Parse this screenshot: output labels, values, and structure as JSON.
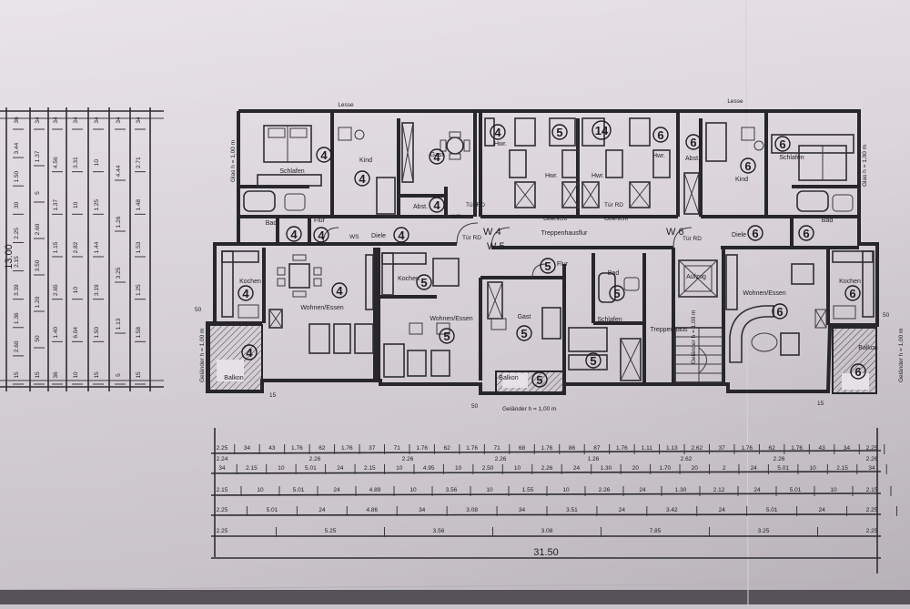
{
  "colors": {
    "paper": "#e6e1e6",
    "ink": "#26262b",
    "table": "#bdbbbd",
    "shadow": "#3b3a3f"
  },
  "plan": {
    "top_labels": {
      "left": "Lesse",
      "right": "Lesse"
    },
    "rooms": [
      {
        "id": "schlafen-4",
        "label": "Schlafen",
        "unit": "4"
      },
      {
        "id": "kind-4",
        "label": "Kind",
        "unit": "4"
      },
      {
        "id": "gast-4",
        "label": "Gast",
        "unit": "4"
      },
      {
        "id": "hwr-4",
        "label": "Hwr.",
        "unit": "4"
      },
      {
        "id": "hwr-5",
        "label": "Hwr.",
        "unit": "5"
      },
      {
        "id": "hwr-14",
        "label": "Hwr.",
        "unit": "14"
      },
      {
        "id": "hwr-6",
        "label": "Hwr.",
        "unit": "6"
      },
      {
        "id": "abst-6",
        "label": "Abst.",
        "unit": "6"
      },
      {
        "id": "kind-6",
        "label": "Kind",
        "unit": "6"
      },
      {
        "id": "schlafen-6",
        "label": "Schlafen",
        "unit": "6"
      },
      {
        "id": "abst-4",
        "label": "Abst.",
        "unit": "4"
      },
      {
        "id": "bad-4",
        "label": "Bad",
        "unit": "4"
      },
      {
        "id": "flur-4",
        "label": "Flur",
        "unit": "4"
      },
      {
        "id": "diele-4",
        "label": "Diele",
        "unit": "4"
      },
      {
        "id": "diele-6",
        "label": "Diele",
        "unit": "6"
      },
      {
        "id": "bad-6",
        "label": "Bad",
        "unit": "6"
      },
      {
        "id": "kochen-4",
        "label": "Kochen",
        "unit": "4"
      },
      {
        "id": "wohnen-4",
        "label": "Wohnen/Essen",
        "unit": "4"
      },
      {
        "id": "kochen-5",
        "label": "Kochen",
        "unit": "5"
      },
      {
        "id": "wohnen-5",
        "label": "Wohnen/Essen",
        "unit": "5"
      },
      {
        "id": "gast-5",
        "label": "Gast",
        "unit": "5"
      },
      {
        "id": "flur-5",
        "label": "Flur",
        "unit": "5"
      },
      {
        "id": "bad-5",
        "label": "Bad",
        "unit": "5"
      },
      {
        "id": "schlafen-5",
        "label": "Schlafen",
        "unit": "5"
      },
      {
        "id": "wohnen-6",
        "label": "Wohnen/Essen",
        "unit": "6"
      },
      {
        "id": "kochen-6",
        "label": "Kochen",
        "unit": "6"
      },
      {
        "id": "balkon-4",
        "label": "Balkon",
        "unit": "4"
      },
      {
        "id": "balkon-5",
        "label": "Balkon",
        "unit": "5"
      },
      {
        "id": "balkon-6",
        "label": "Balkon",
        "unit": "6"
      }
    ],
    "corridor": {
      "label": "Treppenhausflur"
    },
    "stair": {
      "label": "Treppenhaus"
    },
    "lift": {
      "label": "Aufzug"
    },
    "door_tags": [
      "Tür RD",
      "Tür RD",
      "Tür RD",
      "Tür RD"
    ],
    "unit_tags": [
      "W 4",
      "W 5",
      "W 6"
    ],
    "small_texts": [
      "Oberlicht",
      "Oberlicht",
      "WS",
      "WS"
    ],
    "window_notes": [
      "Glas h = 1,00 m",
      "Glas h = 1,00 m",
      "Geländer h = 1,00 m",
      "Geländer h = 1,00 m",
      "Geländer h = 1,00 m",
      "Geländer h = 1,00 m"
    ],
    "left_dims": {
      "col1": [
        "36",
        "3.44",
        "1.50",
        "30",
        "2.25",
        "2.15",
        "3.39",
        "1.36",
        "2.60",
        "15"
      ],
      "col2": [
        "34",
        "1.37",
        "5",
        "2.60",
        "3.50",
        "1.20",
        "50",
        "15"
      ],
      "col3": [
        "34",
        "4.56",
        "1.37",
        "1.15",
        "2.65",
        "1.40",
        "36"
      ],
      "col4": [
        "34",
        "3.31",
        "10",
        "2.82",
        "10",
        "6.04",
        "10"
      ],
      "col5": [
        "34",
        "10",
        "1.25",
        "1.44",
        "3.19",
        "1.50",
        "15"
      ],
      "col6": [
        "34",
        "4.44",
        "1.26",
        "3.25",
        "1.13",
        "5"
      ],
      "col7": [
        "34",
        "2.71",
        "1.48",
        "1.53",
        "1.25",
        "1.58",
        "15"
      ],
      "overall": "13.00",
      "right_margin": [
        "50"
      ]
    },
    "bottom_dims": {
      "row1": [
        "2.25",
        "34",
        "43",
        "1.76",
        "62",
        "1.76",
        "37",
        "71",
        "1.76",
        "62",
        "1.76",
        "71",
        "68",
        "1.76",
        "86",
        "87",
        "1.76",
        "1.11",
        "1.13",
        "2.62",
        "37",
        "1.76",
        "62",
        "1.76",
        "43",
        "34",
        "2.25"
      ],
      "row1_sub": [
        "2.24",
        "2.26",
        "2.26",
        "2.26",
        "1.26",
        "2.62",
        "2.26",
        "2.26"
      ],
      "row2": [
        "34",
        "2.15",
        "10",
        "5.01",
        "24",
        "2.15",
        "10",
        "4.95",
        "10",
        "2.50",
        "10",
        "2.26",
        "24",
        "1.30",
        "20",
        "1.70",
        "20",
        "2",
        "24",
        "5.01",
        "10",
        "2.15",
        "34"
      ],
      "row3": [
        "2.15",
        "10",
        "5.01",
        "24",
        "4.89",
        "10",
        "3.56",
        "10",
        "1.55",
        "10",
        "2.26",
        "24",
        "1.30",
        "2.12",
        "24",
        "5.01",
        "10",
        "2.15"
      ],
      "row4": [
        "2.25",
        "5.01",
        "24",
        "4.86",
        "34",
        "3.08",
        "34",
        "3.51",
        "24",
        "3.42",
        "24",
        "5.01",
        "24",
        "2.25"
      ],
      "row5": [
        "2.25",
        "5.25",
        "3.56",
        "3.08",
        "7.85",
        "3.25",
        "2.25"
      ],
      "total": "31.50",
      "side_left": [
        "50",
        "15"
      ],
      "side_right": [
        "50",
        "15"
      ]
    }
  }
}
